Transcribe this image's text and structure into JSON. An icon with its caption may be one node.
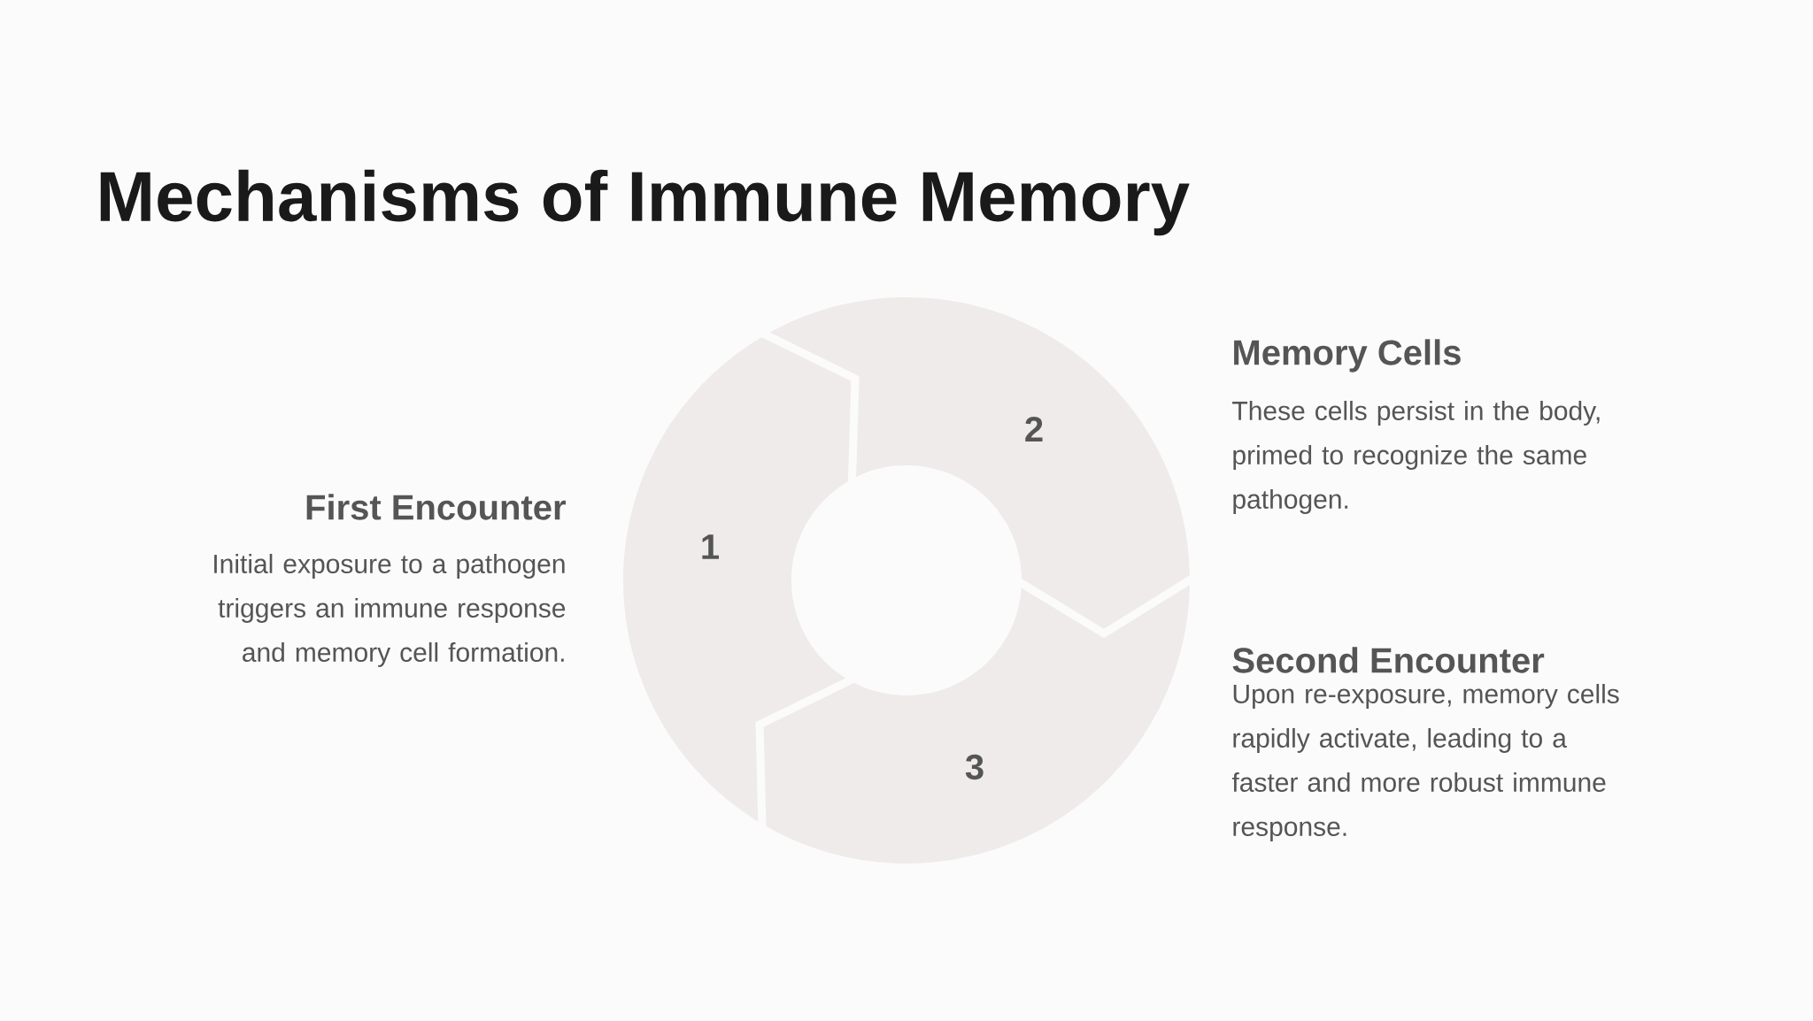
{
  "diagram": {
    "title": "Mechanisms of Immune Memory",
    "nodes": [
      {
        "text": [
          "1"
        ],
        "beside": [
          "First Encounter",
          "Initial exposure to a pathogen triggers an immune response and memory cell formation."
        ]
      },
      {
        "text": [
          "2"
        ],
        "beside": [
          "Memory Cells",
          "These cells persist in the body, primed to recognize the same pathogen."
        ]
      },
      {
        "text": [
          "3"
        ],
        "beside": [
          "Second Encounter",
          "Upon re-exposure, memory cells rapidly activate, leading to a faster and more robust immune response."
        ]
      }
    ]
  }
}
